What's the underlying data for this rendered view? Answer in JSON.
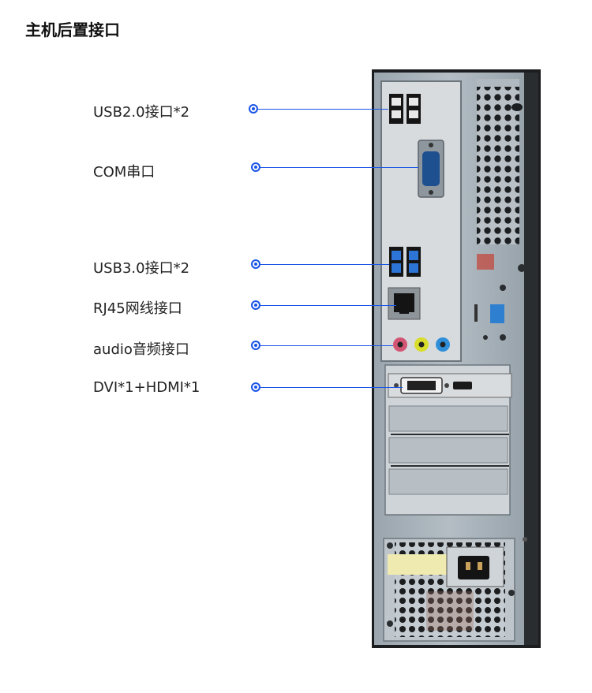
{
  "title": "主机后置接口",
  "accent_color": "#1a55e6",
  "callouts": [
    {
      "label": "USB2.0接口*2"
    },
    {
      "label": "COM串口"
    },
    {
      "label": "USB3.0接口*2"
    },
    {
      "label": "RJ45网线接口"
    },
    {
      "label": "audio音频接口"
    },
    {
      "label": "DVI*1+HDMI*1"
    }
  ]
}
